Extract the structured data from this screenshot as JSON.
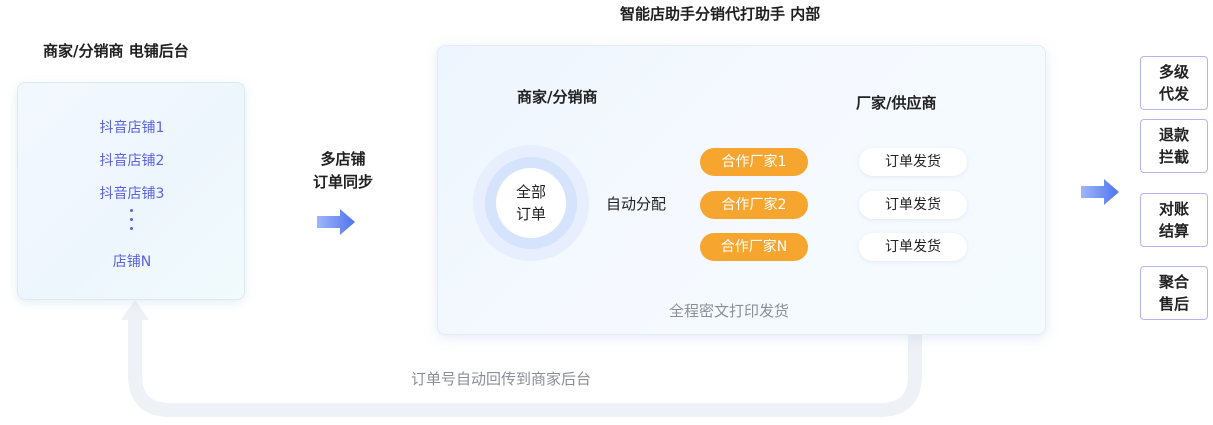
{
  "store_section": {
    "title": "商家/分销商 电铺后台",
    "stores": [
      "抖音店铺1",
      "抖音店铺2",
      "抖音店铺3",
      "店铺N"
    ]
  },
  "sync": {
    "line1": "多店铺",
    "line2": "订单同步"
  },
  "main": {
    "title": "智能店助手分销代打助手 内部",
    "merchant_label": "商家/分销商",
    "supplier_label": "厂家/供应商",
    "all_orders": {
      "line1": "全部",
      "line2": "订单"
    },
    "auto_assign": "自动分配",
    "factories": [
      "合作厂家1",
      "合作厂家2",
      "合作厂家N"
    ],
    "shipping": [
      "订单发货",
      "订单发货",
      "订单发货"
    ],
    "encrypt_note": "全程密文打印发货"
  },
  "return_note": "订单号自动回传到商家后台",
  "features": [
    {
      "line1": "多级",
      "line2": "代发"
    },
    {
      "line1": "退款",
      "line2": "拦截"
    },
    {
      "line1": "对账",
      "line2": "结算"
    },
    {
      "line1": "聚合",
      "line2": "售后"
    }
  ],
  "colors": {
    "accent_orange": "#f6a52e",
    "accent_blue": "#5a63e0",
    "arrow_blue": "#5d82f0",
    "feature_border": "#b6b3f2"
  }
}
